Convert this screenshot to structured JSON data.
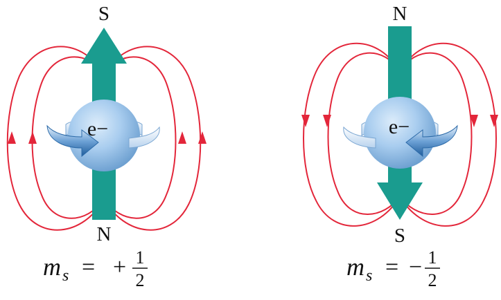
{
  "panels": [
    {
      "spin": "up",
      "top_pole": "S",
      "bottom_pole": "N",
      "electron_label": "e−",
      "equation": {
        "var": "m",
        "sub": "s",
        "eq": "=",
        "sign": "+",
        "num": "1",
        "den": "2"
      }
    },
    {
      "spin": "down",
      "top_pole": "N",
      "bottom_pole": "S",
      "electron_label": "e−",
      "equation": {
        "var": "m",
        "sub": "s",
        "eq": "=",
        "sign": "−",
        "num": "1",
        "den": "2"
      }
    }
  ],
  "colors": {
    "field_lines": "#e3263a",
    "spin_axis_arrow": "#1a9c8f",
    "electron_sphere": "#8fc0e8",
    "rotation_arrow": "#3f7fc0"
  }
}
